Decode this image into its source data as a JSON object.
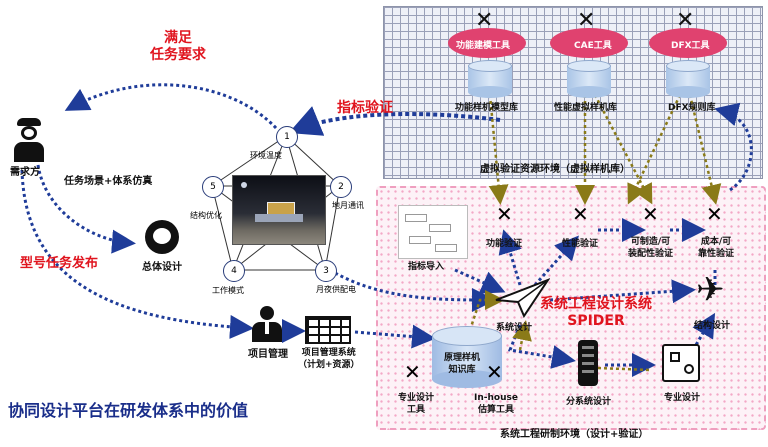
{
  "labels": {
    "satisfy": "满足\n任务要求",
    "metric_verify": "指标验证",
    "demander": "需求方",
    "scenario": "任务场景+体系仿真",
    "release": "型号任务发布",
    "overall_design": "总体设计",
    "project_mgmt": "项目管理",
    "pm_system": "项目管理系统\n（计划+资源）",
    "main_title": "协同设计平台在研发体系中的价值",
    "metric_import": "指标导入",
    "spider_title": "系统工程设计系统\nSPIDER",
    "virtual_env": "虚拟验证资源环境（虚拟样机库）",
    "rd_env": "系统工程研制环境（设计+验证）"
  },
  "tools_top": [
    {
      "name": "功能建模工具",
      "db": "功能样机模型库"
    },
    {
      "name": "CAE工具",
      "db": "性能虚拟样机库"
    },
    {
      "name": "DFX工具",
      "db": "DFX规则库"
    }
  ],
  "verify_items": [
    "功能验证",
    "性能验证",
    "可制造/可\n装配性验证",
    "成本/可\n靠性验证"
  ],
  "hex_nodes": [
    {
      "num": "1",
      "label": "环境温度"
    },
    {
      "num": "2",
      "label": "地月通讯"
    },
    {
      "num": "3",
      "label": "月夜供配电"
    },
    {
      "num": "4",
      "label": "工作模式"
    },
    {
      "num": "5",
      "label": "结构优化"
    }
  ],
  "bottom": {
    "system_design": "系统设计",
    "structure_design": "结构设计",
    "knowledge_base": "原理样机\n知识库",
    "pro_tools": "专业设计\n工具",
    "inhouse": "In-house\n估算工具",
    "subsystem": "分系统设计",
    "pro_design": "专业设计"
  },
  "colors": {
    "red": "#e0141e",
    "arrow": "#1f3c99",
    "olive": "#8a7a18",
    "pink": "#e0426f"
  }
}
